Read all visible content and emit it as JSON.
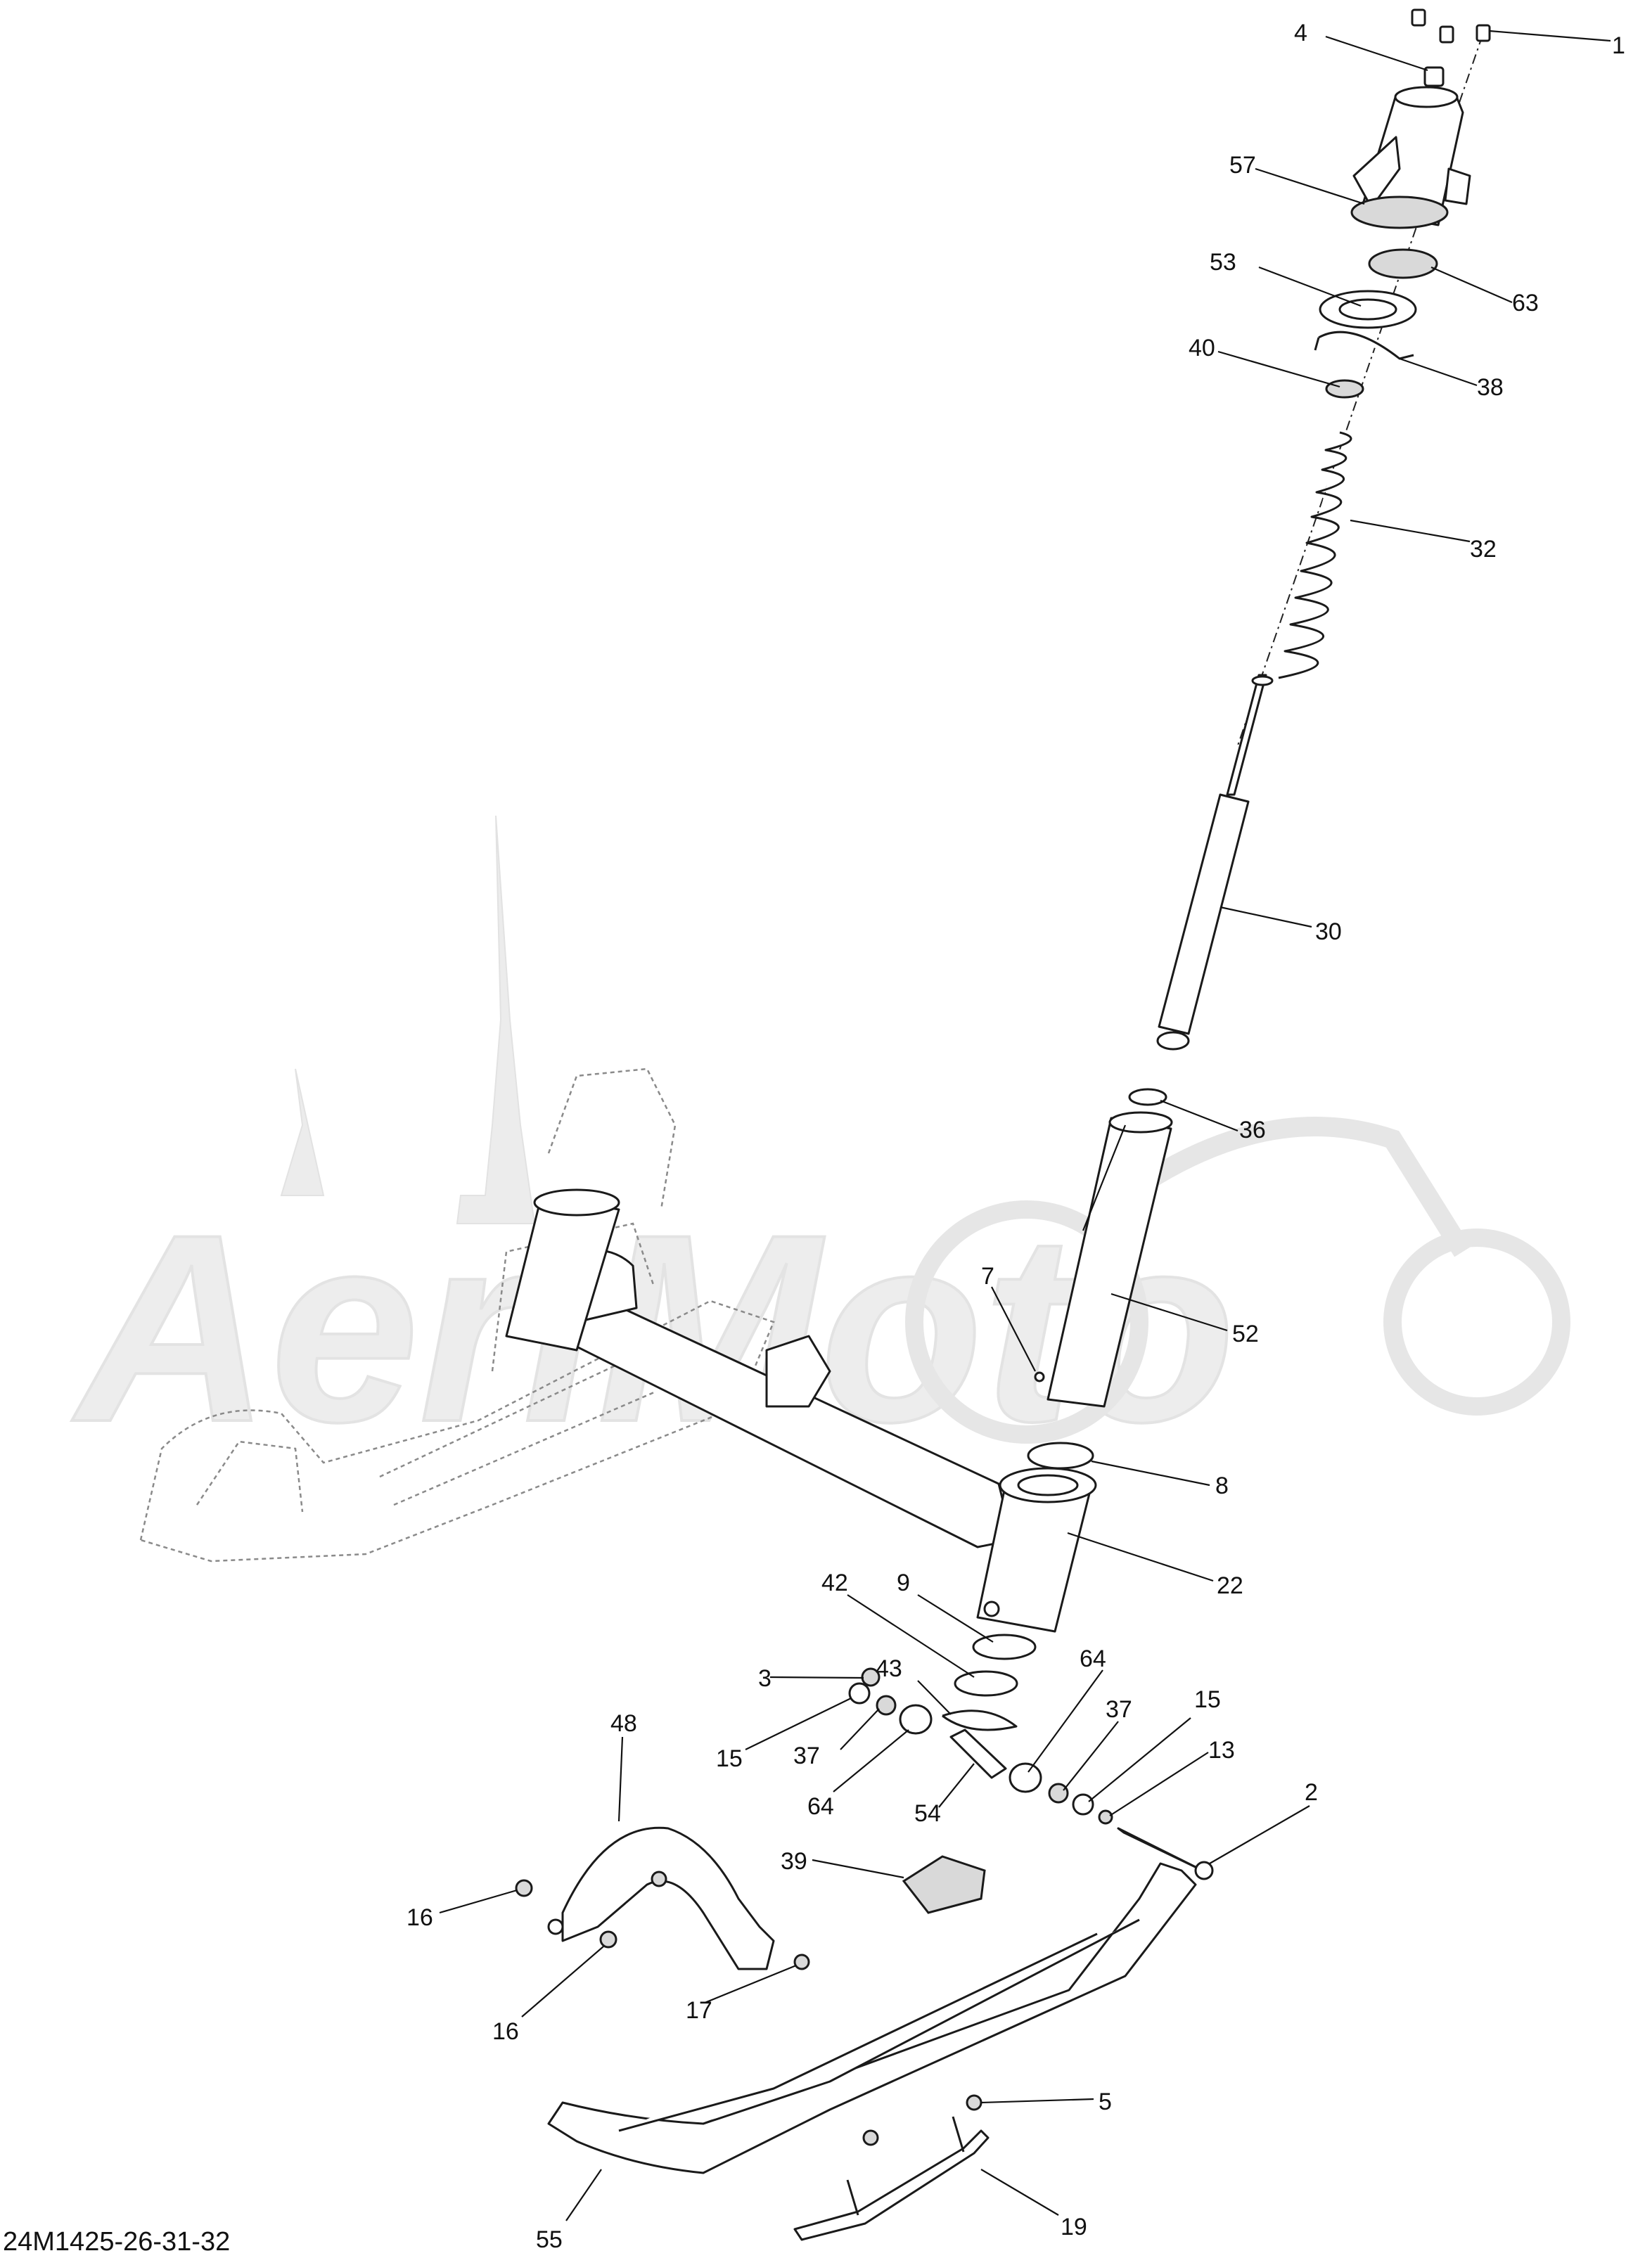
{
  "diagram_code": "24M1425-26-31-32",
  "watermark_text": "AeriMoto",
  "callouts": [
    {
      "id": "c1",
      "label": "1"
    },
    {
      "id": "c4",
      "label": "4"
    },
    {
      "id": "c57",
      "label": "57"
    },
    {
      "id": "c53",
      "label": "53"
    },
    {
      "id": "c63",
      "label": "63"
    },
    {
      "id": "c40",
      "label": "40"
    },
    {
      "id": "c38",
      "label": "38"
    },
    {
      "id": "c32",
      "label": "32"
    },
    {
      "id": "c30",
      "label": "30"
    },
    {
      "id": "c36",
      "label": "36"
    },
    {
      "id": "c7",
      "label": "7"
    },
    {
      "id": "c52",
      "label": "52"
    },
    {
      "id": "c8",
      "label": "8"
    },
    {
      "id": "c22",
      "label": "22"
    },
    {
      "id": "c42",
      "label": "42"
    },
    {
      "id": "c9",
      "label": "9"
    },
    {
      "id": "c64a",
      "label": "64"
    },
    {
      "id": "c3",
      "label": "3"
    },
    {
      "id": "c43",
      "label": "43"
    },
    {
      "id": "c15a",
      "label": "15"
    },
    {
      "id": "c37a",
      "label": "37"
    },
    {
      "id": "c37b",
      "label": "37"
    },
    {
      "id": "c15b",
      "label": "15"
    },
    {
      "id": "c48",
      "label": "48"
    },
    {
      "id": "c13",
      "label": "13"
    },
    {
      "id": "c64b",
      "label": "64"
    },
    {
      "id": "c54",
      "label": "54"
    },
    {
      "id": "c2",
      "label": "2"
    },
    {
      "id": "c39",
      "label": "39"
    },
    {
      "id": "c16a",
      "label": "16"
    },
    {
      "id": "c16b",
      "label": "16"
    },
    {
      "id": "c17",
      "label": "17"
    },
    {
      "id": "c5",
      "label": "5"
    },
    {
      "id": "c55",
      "label": "55"
    },
    {
      "id": "c19",
      "label": "19"
    }
  ]
}
